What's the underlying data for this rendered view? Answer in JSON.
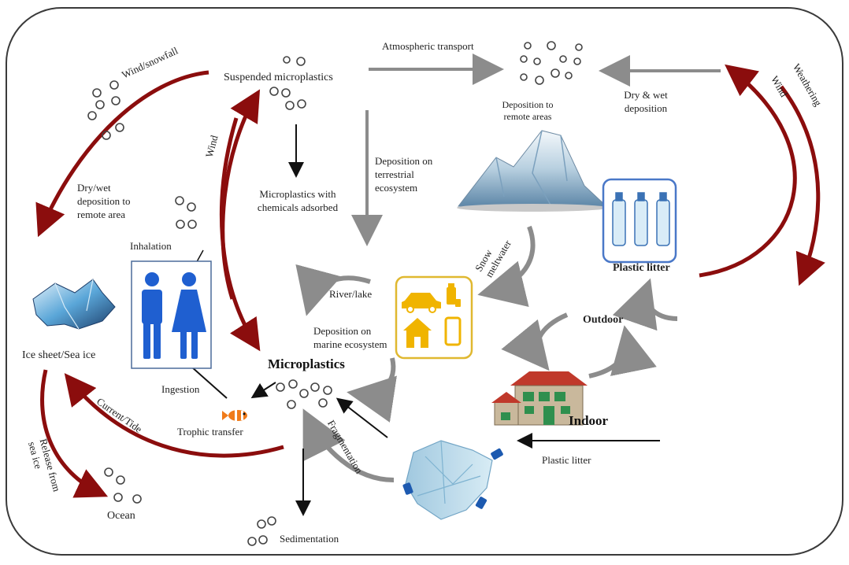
{
  "labels": {
    "wind_snowfall": "Wind/snowfall",
    "suspended_microplastics": "Suspended microplastics",
    "atmospheric_transport": "Atmospheric transport",
    "deposition_remote_l1": "Deposition to",
    "deposition_remote_l2": "remote areas",
    "dry_wet_dep_l1": "Dry & wet",
    "dry_wet_dep_l2": "deposition",
    "weathering": "Weathering",
    "wind_right": "Wind",
    "wind_left": "Wind",
    "dry_wet_remote_l1": "Dry/wet",
    "dry_wet_remote_l2": "deposition to",
    "dry_wet_remote_l3": "remote area",
    "chem_adsorbed_l1": "Microplastics with",
    "chem_adsorbed_l2": "chemicals adsorbed",
    "terrestrial_l1": "Deposition on",
    "terrestrial_l2": "terrestrial",
    "terrestrial_l3": "ecosystem",
    "snow_melt_l1": "Snow",
    "snow_melt_l2": "meltwater",
    "plastic_litter_box": "Plastic litter",
    "inhalation": "Inhalation",
    "river_lake": "River/lake",
    "marine_l1": "Deposition on",
    "marine_l2": "marine ecosystem",
    "outdoor": "Outdoor",
    "ice_sheet": "Ice sheet/Sea ice",
    "microplastics": "Microplastics",
    "ingestion": "Ingestion",
    "indoor": "Indoor",
    "current_tide": "Current/Tide",
    "trophic_transfer": "Trophic transfer",
    "fragmentation": "Fragmentation",
    "plastic_litter_bottom": "Plastic litter",
    "release_l1": "Release from",
    "release_l2": "sea ice",
    "ocean": "Ocean",
    "sedimentation": "Sedimentation"
  },
  "colors": {
    "dark_red_arrow": "#8b0d0d",
    "grey_arrow": "#8c8c8c",
    "black_arrow": "#111111",
    "human_blue": "#1f5fd0",
    "building_frame_yellow": "#e0b830",
    "building_icon_yellow": "#f0b400",
    "plastic_box_blue": "#4a78c8",
    "house_red": "#c0392b"
  }
}
